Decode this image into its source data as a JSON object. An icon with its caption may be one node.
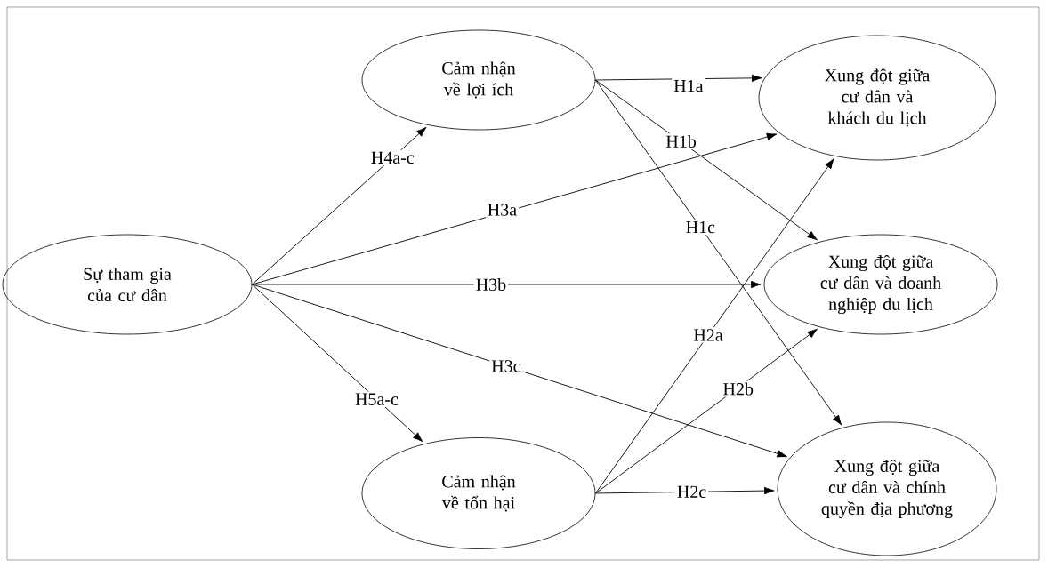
{
  "diagram": {
    "nodes": [
      {
        "text": [
          "Sự tham gia của cư dân"
        ]
      },
      {
        "text": [
          "Cảm nhận về lợi ích"
        ]
      },
      {
        "text": [
          "Cảm nhận về tổn hại"
        ]
      },
      {
        "text": [
          "Xung đột giữa cư dân và khách du lịch"
        ]
      },
      {
        "text": [
          "Xung đột giữa cư dân và doanh nghiệp du lịch"
        ]
      },
      {
        "text": [
          "Xung đột giữa cư dân và chính quyền địa phương"
        ]
      }
    ],
    "edges": [
      {
        "from": 0,
        "to": 1,
        "arrow": "to",
        "label": "H4a-c"
      },
      {
        "from": 0,
        "to": 2,
        "arrow": "to",
        "label": "H5a-c"
      },
      {
        "from": 1,
        "to": 3,
        "arrow": "to",
        "label": "H1a"
      },
      {
        "from": 1,
        "to": 4,
        "arrow": "to",
        "label": "H1b"
      },
      {
        "from": 1,
        "to": 5,
        "arrow": "to",
        "label": "H1c"
      },
      {
        "from": 0,
        "to": 3,
        "arrow": "to",
        "label": "H3a"
      },
      {
        "from": 0,
        "to": 4,
        "arrow": "to",
        "label": "H3b"
      },
      {
        "from": 0,
        "to": 5,
        "arrow": "to",
        "label": "H3c"
      },
      {
        "from": 2,
        "to": 3,
        "arrow": "to",
        "label": "H2a"
      },
      {
        "from": 2,
        "to": 4,
        "arrow": "to",
        "label": "H2b"
      },
      {
        "from": 2,
        "to": 5,
        "arrow": "to",
        "label": "H2c"
      }
    ]
  }
}
